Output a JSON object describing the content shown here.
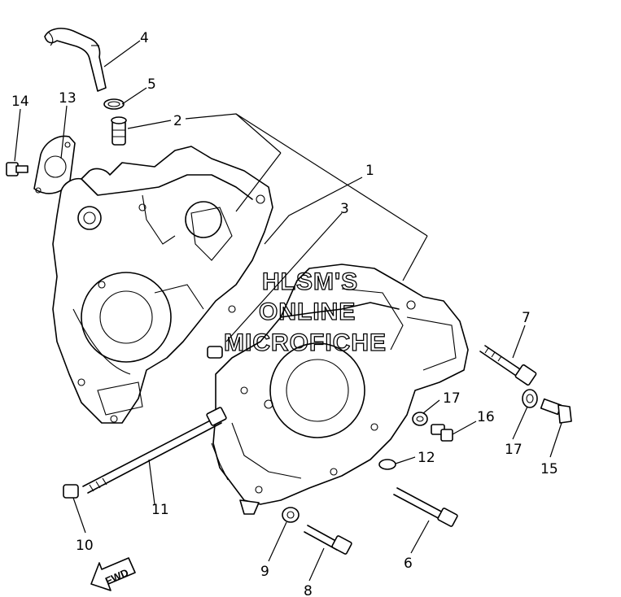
{
  "callouts": {
    "c1": "1",
    "c2": "2",
    "c3": "3",
    "c4": "4",
    "c5": "5",
    "c6": "6",
    "c7": "7",
    "c8": "8",
    "c9": "9",
    "c10": "10",
    "c11": "11",
    "c12": "12",
    "c13": "13",
    "c14": "14",
    "c15": "15",
    "c16": "16",
    "c17a": "17",
    "c17b": "17"
  },
  "watermark": {
    "line1": "HLSM'S",
    "line2": "ONLINE",
    "line3": "MICROFICHE"
  },
  "fwd_label": "FWD",
  "colors": {
    "line": "#000000",
    "background": "#ffffff"
  }
}
